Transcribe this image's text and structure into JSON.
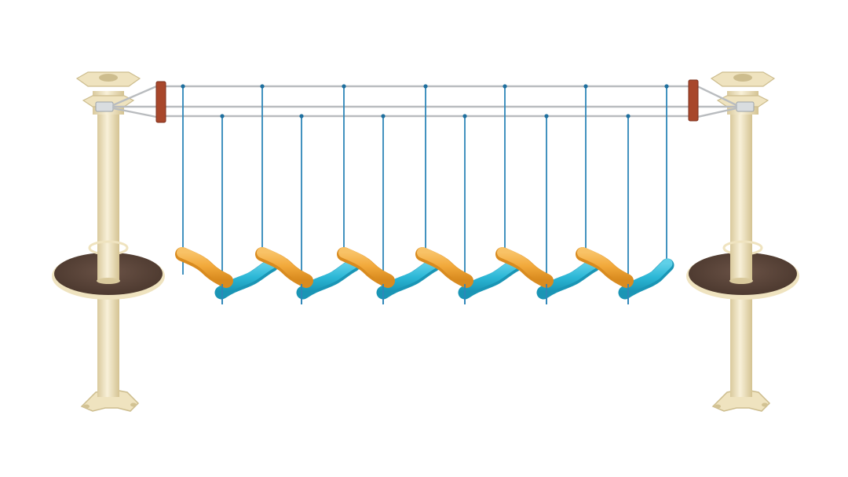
{
  "scene": {
    "subject": "rope-course-swinging-log-bridge",
    "background_color": "#ffffff",
    "colors": {
      "post": "#efe3bf",
      "post_shade": "#d9c99c",
      "post_light": "#f8f0d8",
      "platform_top": "#5a4438",
      "platform_rim": "#efe3bf",
      "cable": "#b9bcbf",
      "rope": "#2e86b8",
      "beam_orange": "#f2a93b",
      "beam_orange_shade": "#d98b1f",
      "beam_blue": "#2bb7d6",
      "beam_blue_shade": "#1a95b5",
      "anchor_block": "#a8472b",
      "bracket": "#d9dde0"
    },
    "posts": [
      {
        "name": "left-post",
        "has_platform": true
      },
      {
        "name": "right-post",
        "has_platform": true
      }
    ],
    "orange_beam_count": 6,
    "blue_beam_count": 6
  }
}
